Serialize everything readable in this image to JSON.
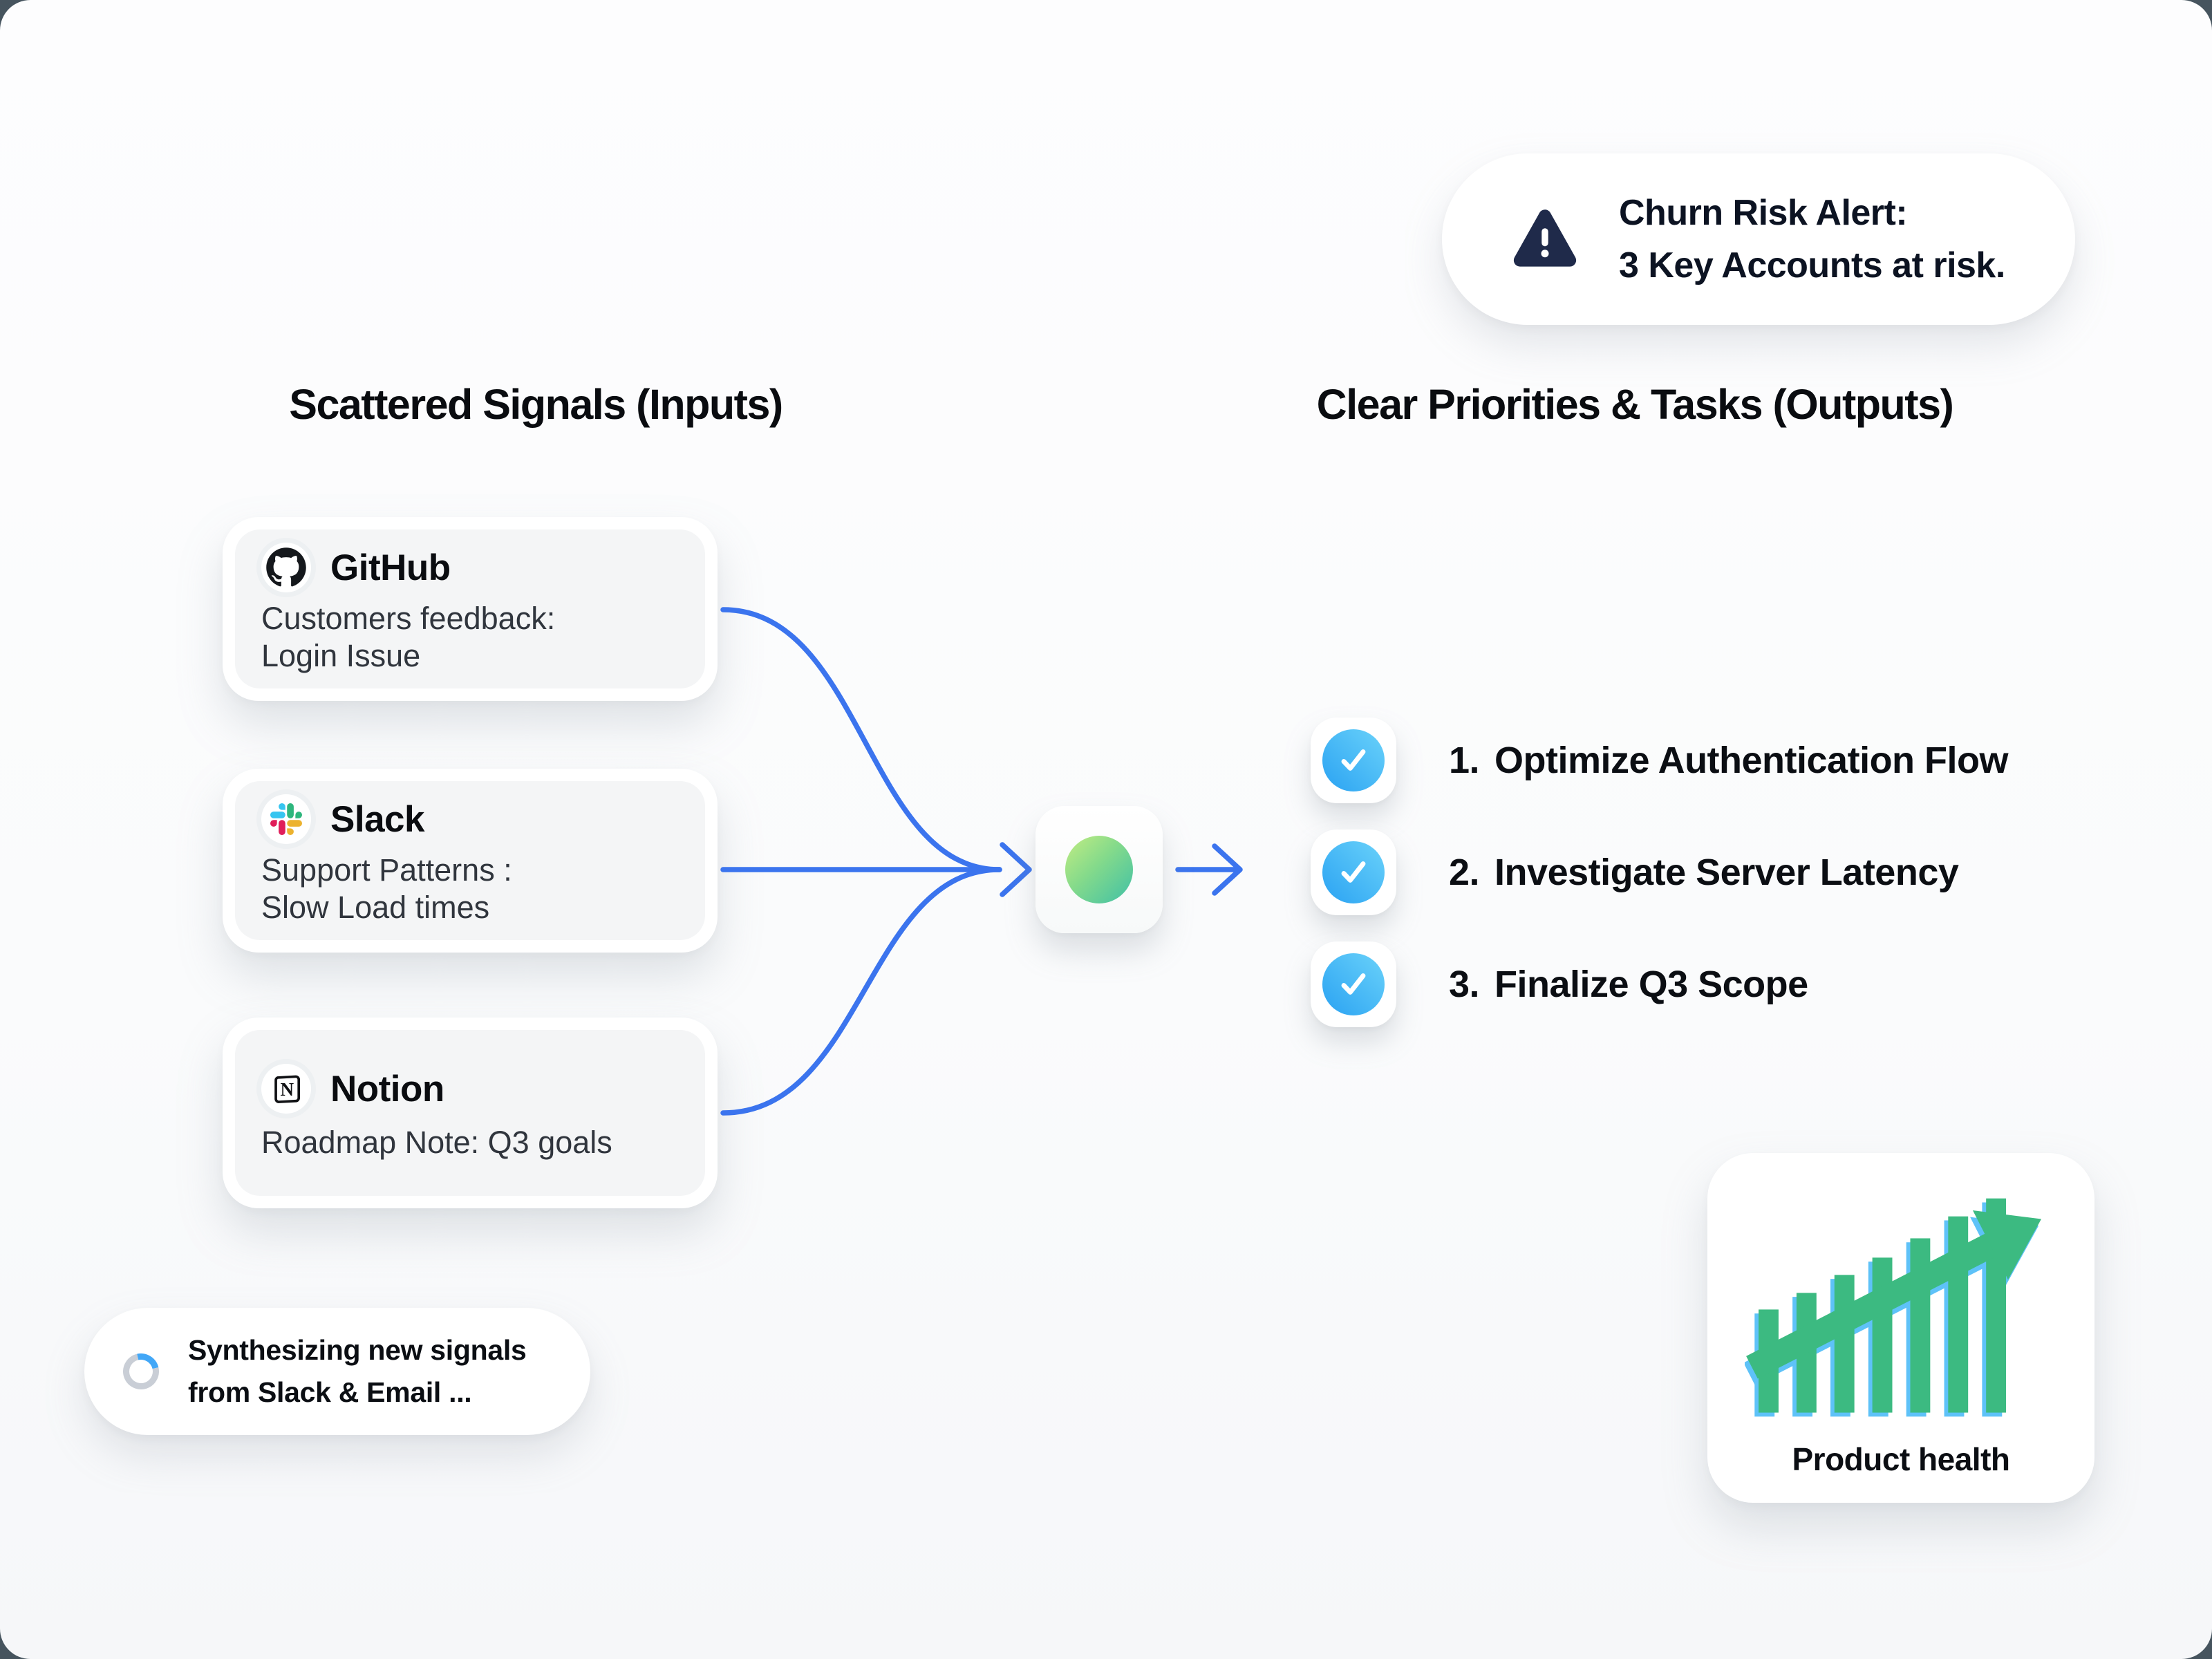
{
  "alert": {
    "line1": "Churn Risk Alert:",
    "line2": "3 Key Accounts at risk."
  },
  "headings": {
    "inputs": "Scattered Signals (Inputs)",
    "outputs": "Clear Priorities & Tasks (Outputs)"
  },
  "inputs": [
    {
      "name": "GitHub",
      "icon": "github-icon",
      "body_line1": "Customers feedback:",
      "body_line2": "Login Issue"
    },
    {
      "name": "Slack",
      "icon": "slack-icon",
      "body_line1": "Support Patterns :",
      "body_line2": "Slow Load times"
    },
    {
      "name": "Notion",
      "icon": "notion-icon",
      "body_line1": "Roadmap Note: Q3 goals",
      "body_line2": ""
    }
  ],
  "tasks": [
    {
      "num": "1.",
      "label": "Optimize Authentication Flow"
    },
    {
      "num": "2.",
      "label": "Investigate Server Latency"
    },
    {
      "num": "3.",
      "label": "Finalize Q3 Scope"
    }
  ],
  "status": {
    "line1": "Synthesizing new signals",
    "line2": "from Slack & Email ..."
  },
  "product": {
    "label": "Product health",
    "bar_heights": [
      155,
      180,
      207,
      233,
      262,
      295,
      322
    ]
  },
  "colors": {
    "connector_blue": "#3b74ee",
    "check_blue_light": "#6ad2fa",
    "check_blue_dark": "#2aa2f2",
    "orb_green_light": "#c3ed82",
    "orb_green_dark": "#3fc0a6",
    "chart_green": "#3cba81",
    "chart_cyan": "#5ec2f8",
    "alert_navy": "#1f2a4a"
  }
}
